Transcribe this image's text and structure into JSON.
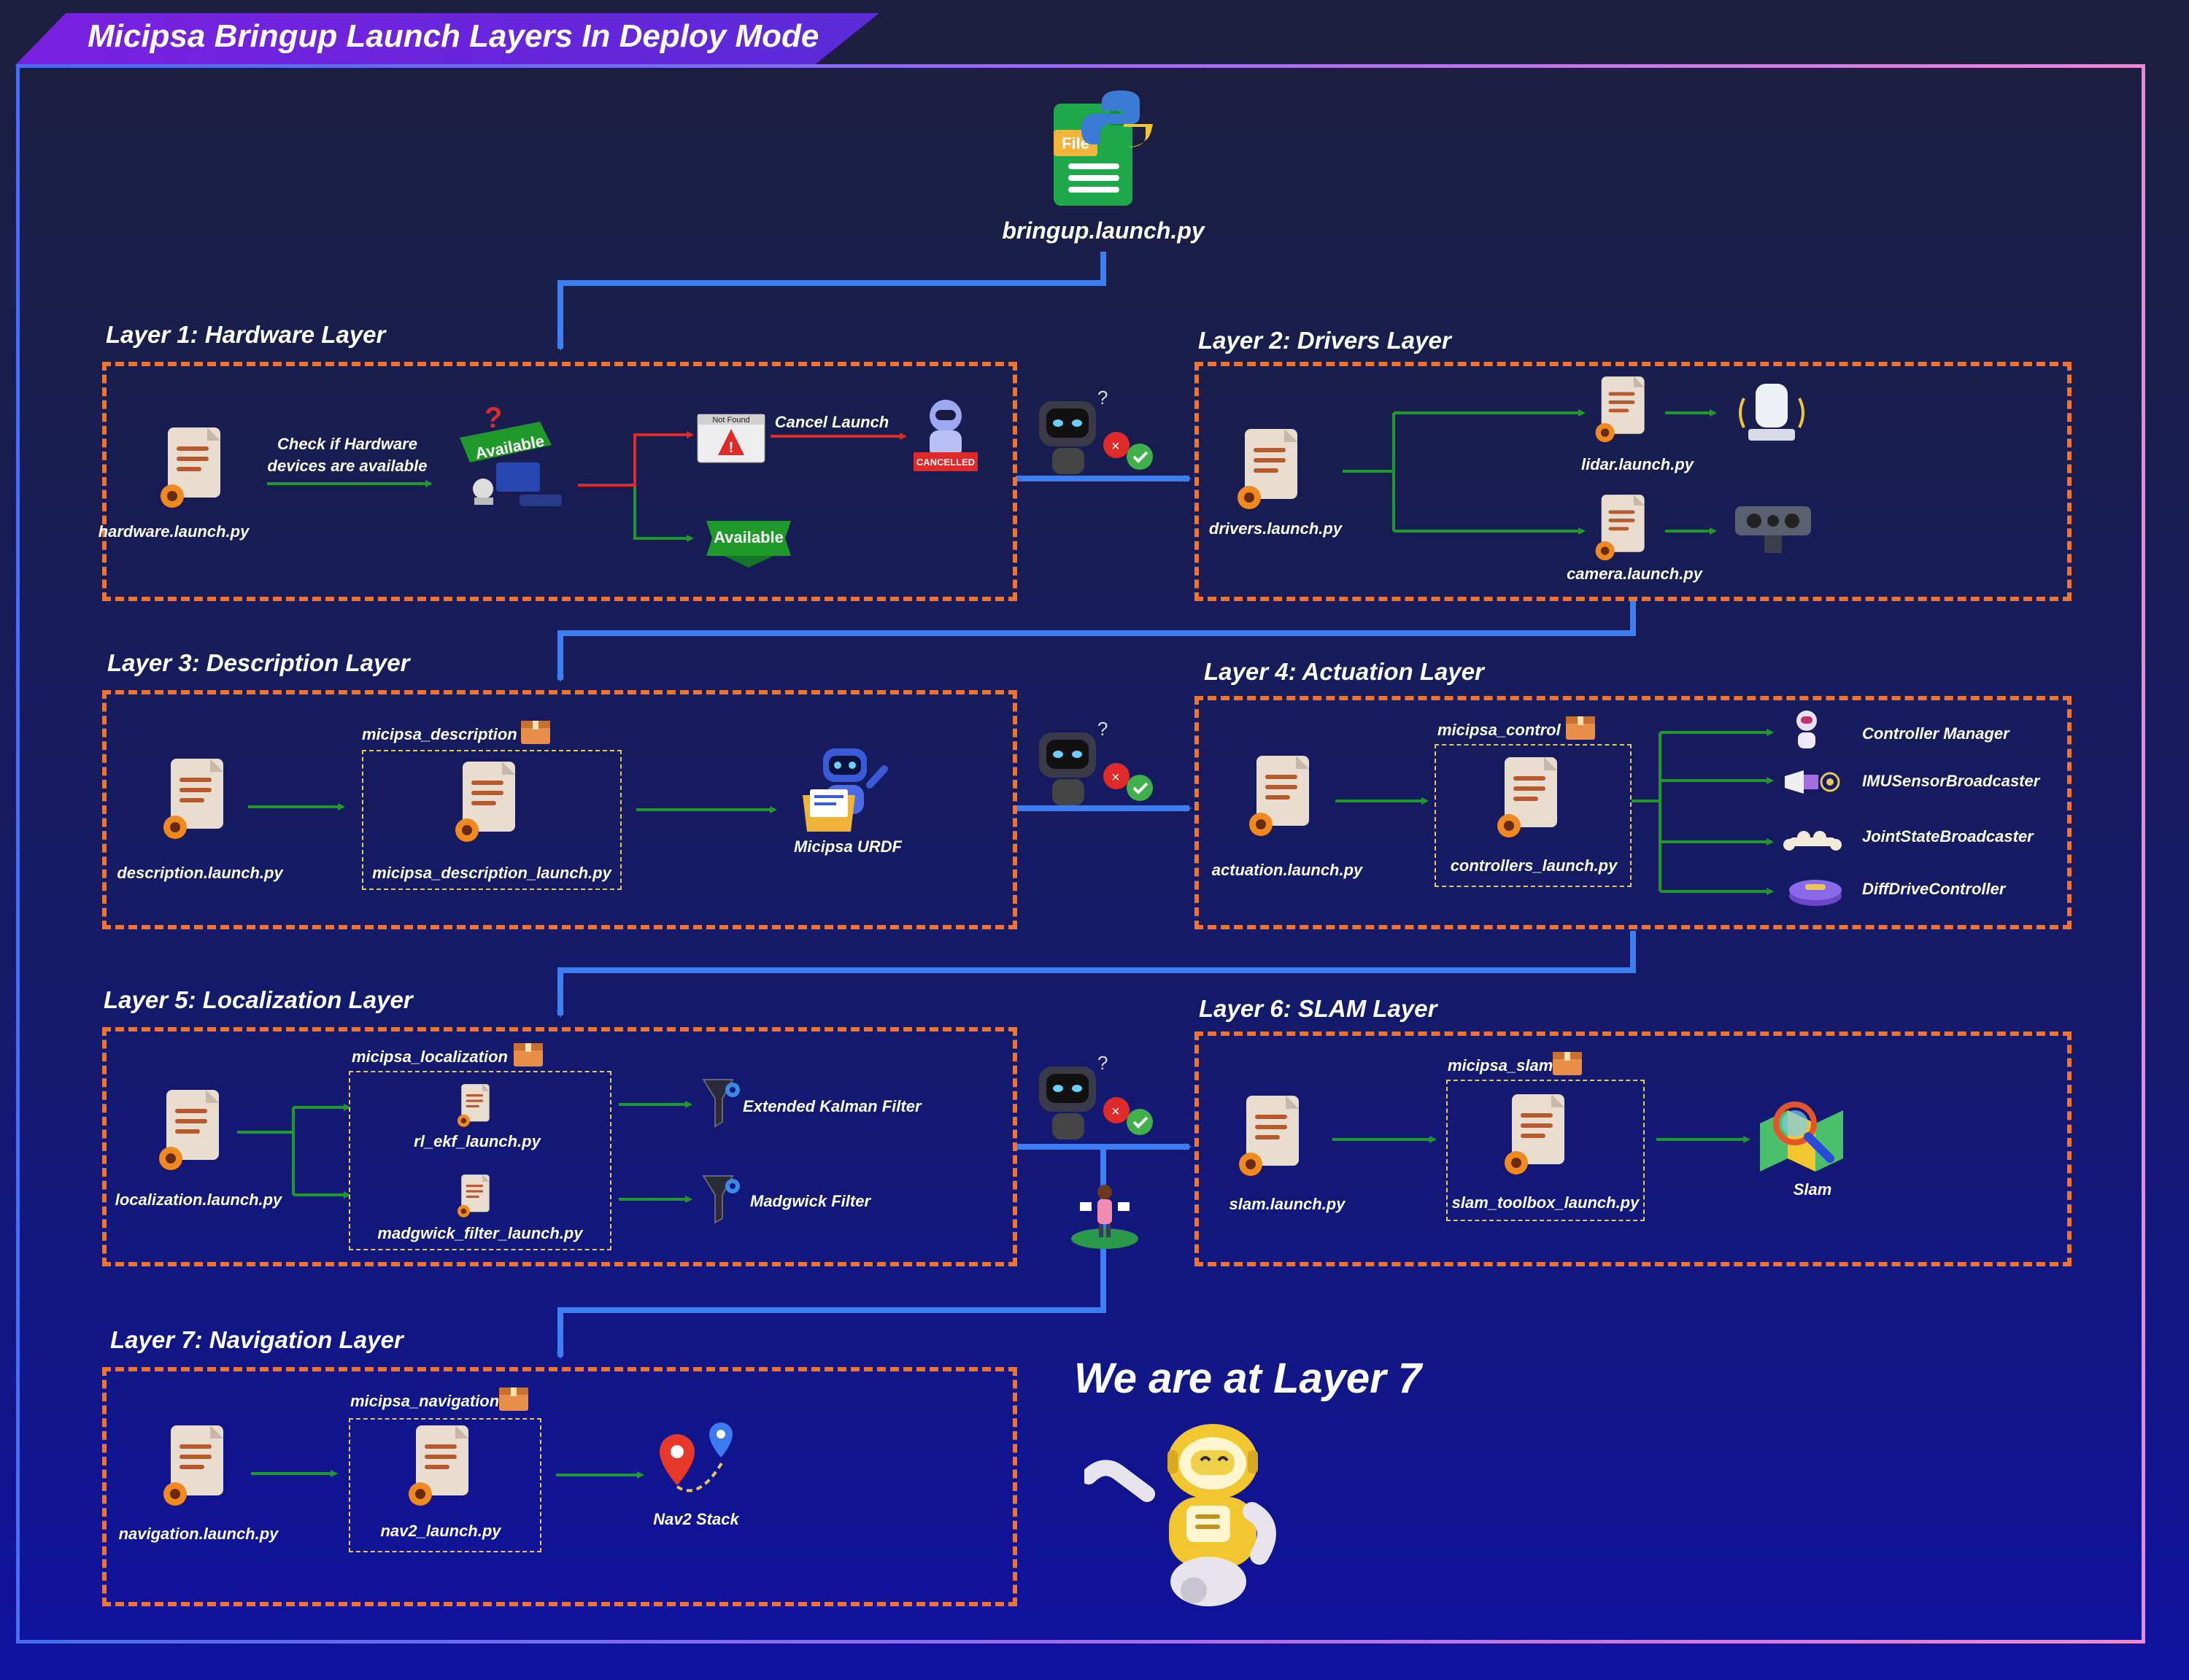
{
  "title": "Micipsa Bringup Launch Layers In Deploy Mode",
  "root": {
    "file": "bringup.launch.py",
    "badge": "File"
  },
  "layers": [
    {
      "title": "Layer 1: Hardware Layer",
      "launch": "hardware.launch.py",
      "check_text_1": "Check if Hardware",
      "check_text_2": "devices are available",
      "available_1": "Available",
      "available_2": "Available",
      "not_found": "Not Found",
      "cancel_launch": "Cancel Launch",
      "cancelled": "CANCELLED"
    },
    {
      "title": "Layer 2: Drivers Layer",
      "launch": "drivers.launch.py",
      "children": [
        "lidar.launch.py",
        "camera.launch.py"
      ]
    },
    {
      "title": "Layer 3: Description Layer",
      "launch": "description.launch.py",
      "package": "micipsa_description",
      "child": "micipsa_description_launch.py",
      "output": "Micipsa URDF"
    },
    {
      "title": "Layer 4: Actuation Layer",
      "launch": "actuation.launch.py",
      "package": "micipsa_control",
      "child": "controllers_launch.py",
      "outputs": [
        "Controller Manager",
        "IMUSensorBroadcaster",
        "JointStateBroadcaster",
        "DiffDriveController"
      ]
    },
    {
      "title": "Layer 5: Localization Layer",
      "launch": "localization.launch.py",
      "package": "micipsa_localization",
      "children": [
        "rl_ekf_launch.py",
        "madgwick_filter_launch.py"
      ],
      "outputs": [
        "Extended Kalman Filter",
        "Madgwick Filter"
      ]
    },
    {
      "title": "Layer 6: SLAM Layer",
      "launch": "slam.launch.py",
      "package": "micipsa_slam",
      "child": "slam_toolbox_launch.py",
      "output": "Slam"
    },
    {
      "title": "Layer 7: Navigation Layer",
      "launch": "navigation.launch.py",
      "package": "micipsa_navigation",
      "child": "nav2_launch.py",
      "output": "Nav2 Stack"
    }
  ],
  "status": "We are at Layer 7",
  "colors": {
    "dashed_border": "#f0742d",
    "package_border": "#e8c85a",
    "flow_arrow": "#3f7ef0",
    "ok_arrow": "#1f9a2a",
    "fail_arrow": "#e02a2a"
  },
  "icons": [
    "python-file-icon",
    "launch-file-icon",
    "package-box-icon",
    "robot-checker-icon",
    "lidar-icon",
    "camera-icon",
    "robot-urdf-icon",
    "funnel-gear-icon",
    "map-magnifier-icon",
    "map-pin-icon",
    "gold-robot-icon",
    "person-icon"
  ]
}
